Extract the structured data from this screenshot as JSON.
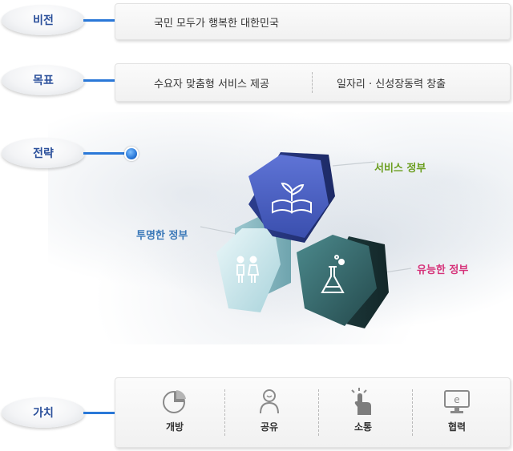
{
  "rows": {
    "vision": {
      "label": "비전",
      "text": "국민 모두가 행복한 대한민국"
    },
    "goal": {
      "label": "목표",
      "items": [
        "수요자 맞춤형 서비스 제공",
        "일자리 · 신성장동력 창출"
      ]
    },
    "strategy": {
      "label": "전략",
      "hexagons": [
        {
          "label": "서비스 정부",
          "color": "#6b9e1f",
          "icon": "book-sprout-icon"
        },
        {
          "label": "투명한 정부",
          "color": "#3a78b8",
          "icon": "people-icon"
        },
        {
          "label": "유능한 정부",
          "color": "#d6337a",
          "icon": "flask-icon"
        }
      ]
    },
    "values": {
      "label": "가치",
      "items": [
        {
          "label": "개방",
          "icon": "pie-chart-icon"
        },
        {
          "label": "공유",
          "icon": "person-icon"
        },
        {
          "label": "소통",
          "icon": "touch-hand-icon"
        },
        {
          "label": "협력",
          "icon": "monitor-e-icon"
        }
      ]
    }
  },
  "colors": {
    "pill_text": "#2a4f9a",
    "connector": "#2a78d8",
    "hex_blue": "#3a4fae",
    "hex_light": "#bfe0e6",
    "hex_teal": "#2d5a5e"
  }
}
